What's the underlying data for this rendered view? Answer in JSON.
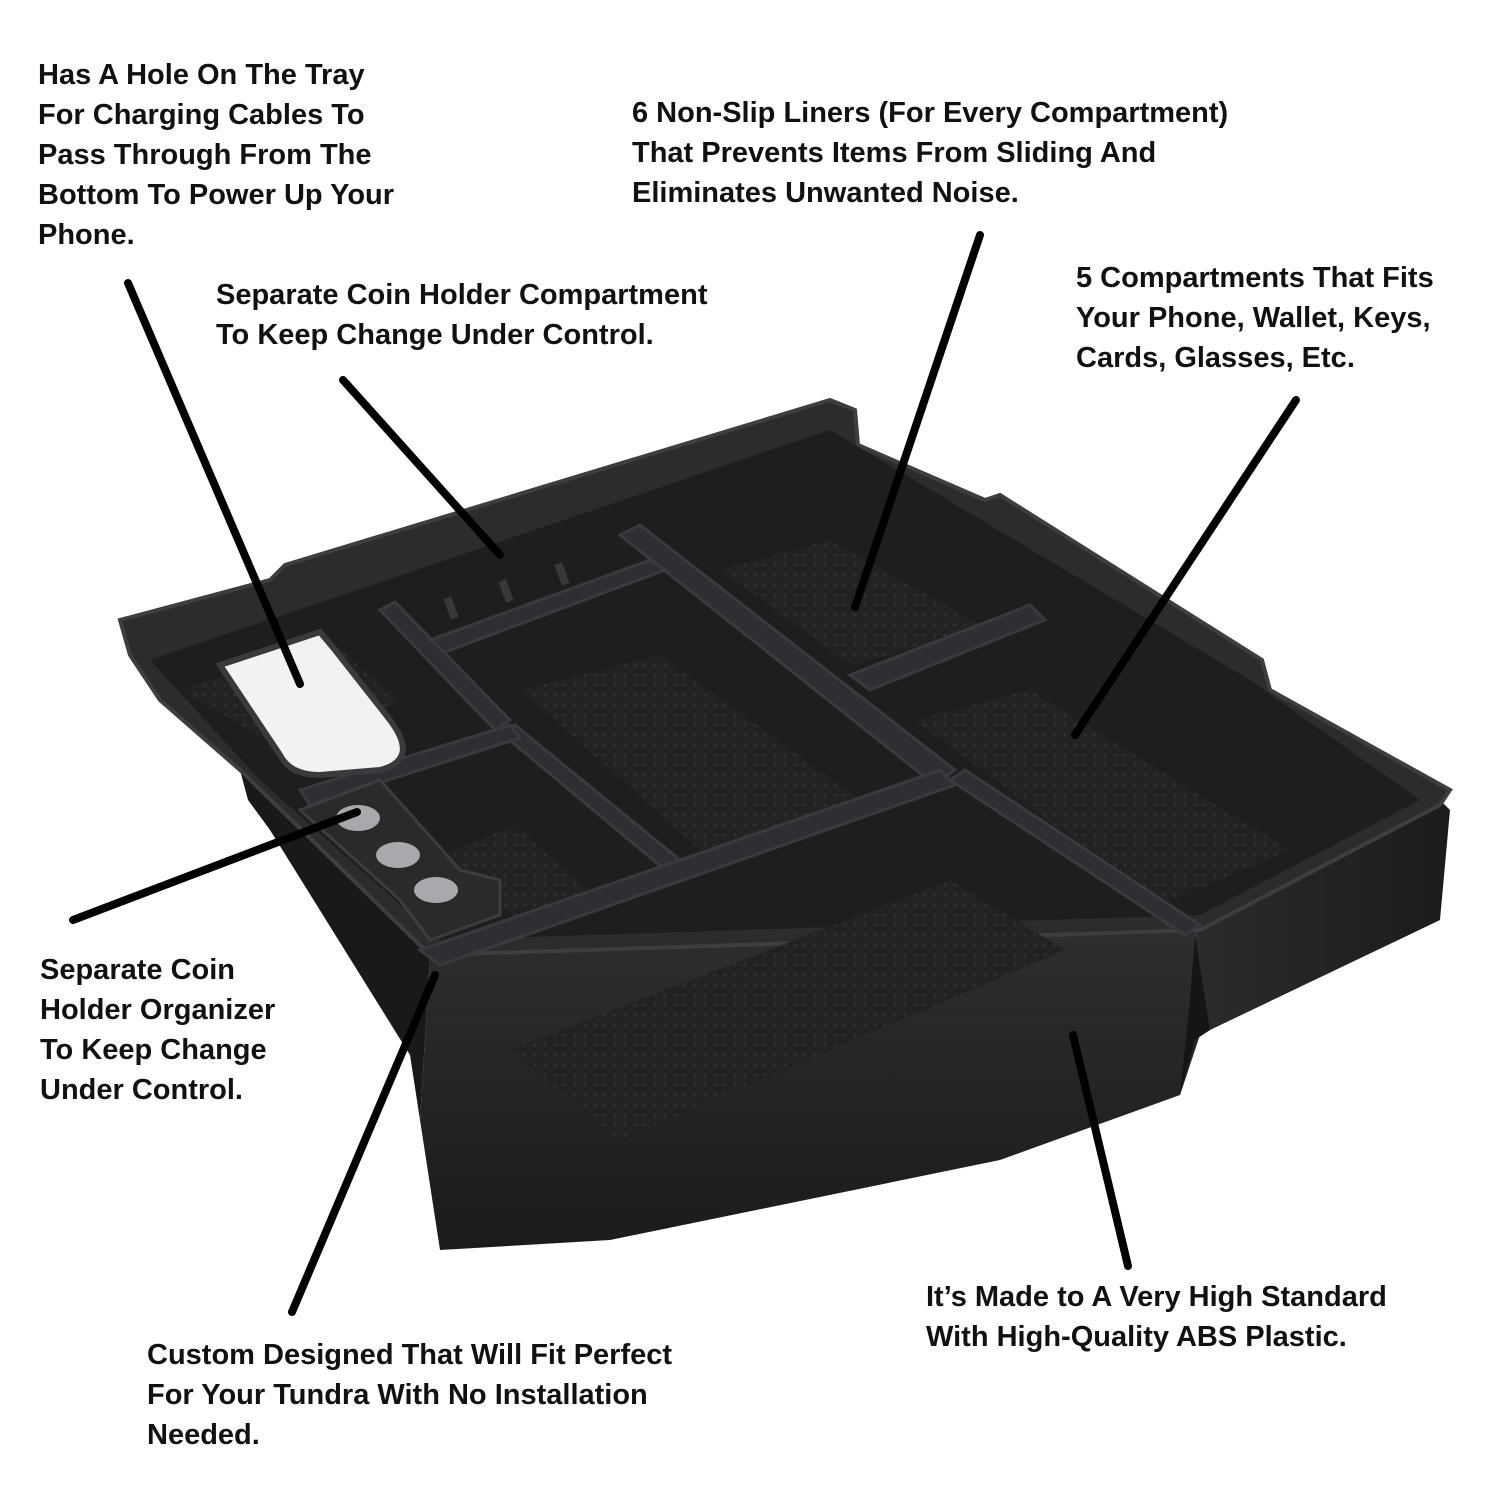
{
  "colors": {
    "background": "#ffffff",
    "text": "#111111",
    "pointer": "#000000",
    "tray_dark": "#1d1d1f",
    "tray_mid": "#2a2a2d",
    "tray_edge": "#3c3c40",
    "tray_texture": "#232326",
    "phone_hole": "#f2f2f2",
    "coin": "#a9a9ad"
  },
  "illustration": {
    "subject": "tray-illustration",
    "pointer_icon": "arrow-pointer-icon",
    "coin_icon": "coin-icon"
  },
  "callouts": {
    "hole": "Has A Hole On The Tray\nFor Charging Cables To\n Pass Through From The\nBottom To Power Up Your\nPhone.",
    "liners": "6 Non-Slip Liners (For Every Compartment)\nThat Prevents Items From Sliding And\nEliminates Unwanted Noise.",
    "coin_compartment": "Separate Coin Holder Compartment\nTo Keep Change Under Control.",
    "compartments": "5 Compartments That Fits\nYour Phone, Wallet, Keys,\nCards, Glasses, Etc.",
    "coin_organizer": "Separate Coin\nHolder Organizer\nTo Keep Change\nUnder Control.",
    "standard": "It’s Made to A Very High Standard\nWith High-Quality ABS Plastic.",
    "fit": "Custom Designed That Will Fit Perfect\nFor Your Tundra With No Installation\nNeeded."
  }
}
